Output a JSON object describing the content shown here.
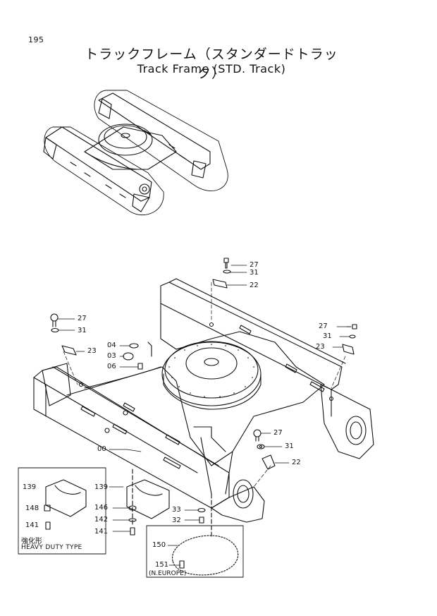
{
  "page_number": "195",
  "title_jp": "トラックフレーム（スタンダードトラック）",
  "title_en": "Track Frame (STD. Track)",
  "callouts": {
    "c27a": "27",
    "c31a": "31",
    "c22a": "22",
    "c27b": "27",
    "c31b": "31",
    "c23b": "23",
    "c27c": "27",
    "c31c": "31",
    "c23c": "23",
    "c04": "04",
    "c03": "03",
    "c06": "06",
    "c27d": "27",
    "c31d": "31",
    "c22d": "22",
    "c00": "00",
    "c139": "139",
    "c146": "146",
    "c142": "142",
    "c141": "141",
    "c33": "33",
    "c32": "32",
    "c150": "150",
    "c151": "151",
    "i139": "139",
    "i148": "148",
    "i141": "141"
  },
  "heavy_duty": {
    "jp": "強化形",
    "en": "HEAVY DUTY TYPE"
  },
  "n_europe": "(N.EUROPE)"
}
